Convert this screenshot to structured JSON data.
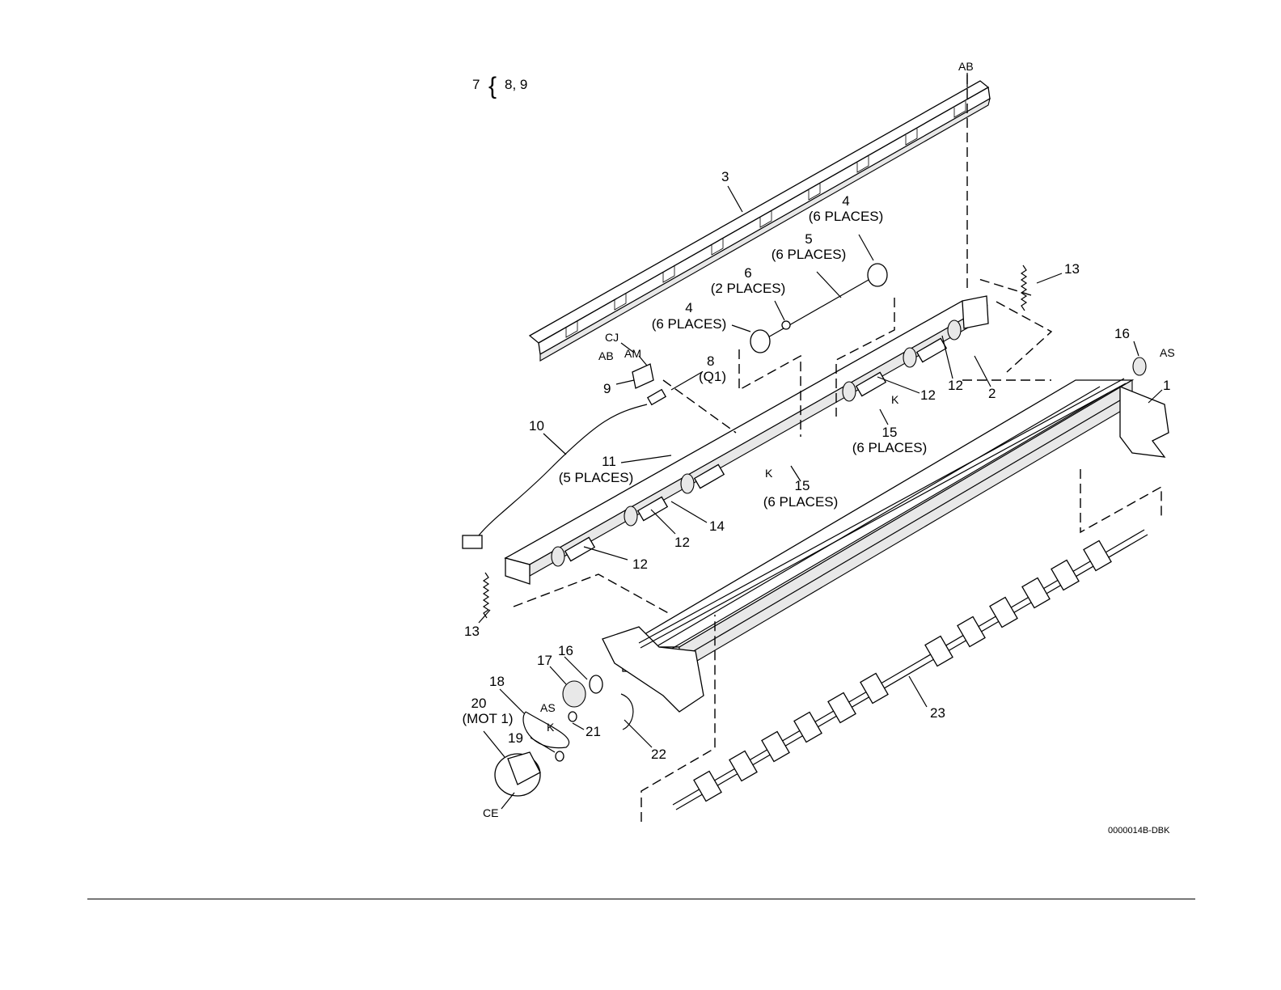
{
  "group_note": {
    "key": "7",
    "brace": "{",
    "items": "8, 9"
  },
  "callouts": {
    "ab_top": "AB",
    "c3": "3",
    "c4a": "4",
    "c4a_qty": "(6 PLACES)",
    "c5": "5",
    "c5_qty": "(6 PLACES)",
    "c6": "6",
    "c6_qty": "(2 PLACES)",
    "c4b": "4",
    "c4b_qty": "(6 PLACES)",
    "c13a": "13",
    "c16a": "16",
    "as_a": "AS",
    "c1": "1",
    "c2": "2",
    "c12a": "12",
    "c12b": "12",
    "c12c": "12",
    "c12d": "12",
    "cj": "CJ",
    "am": "AM",
    "ab_bracket": "AB",
    "c8": "8",
    "c8_sub": "(Q1)",
    "c9": "9",
    "c10": "10",
    "c11": "11",
    "c11_qty": "(5 PLACES)",
    "k1": "K",
    "c15a": "15",
    "c15a_qty": "(6 PLACES)",
    "k2": "K",
    "c15b": "15",
    "c15b_qty": "(6 PLACES)",
    "c14": "14",
    "c13b": "13",
    "c16b": "16",
    "c17": "17",
    "c18": "18",
    "c20": "20",
    "c20_sub": "(MOT 1)",
    "as_b": "AS",
    "k3": "K",
    "c19": "19",
    "c21": "21",
    "c22": "22",
    "c23": "23",
    "ce": "CE"
  },
  "figure_id": "0000014B-DBK"
}
